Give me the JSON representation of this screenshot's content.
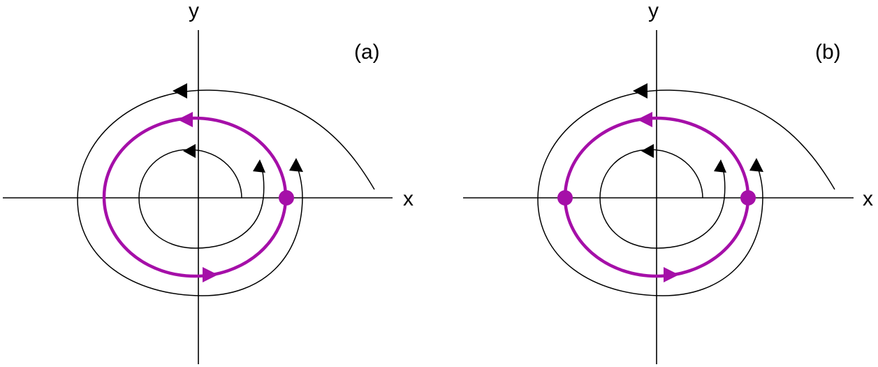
{
  "colors": {
    "limit_cycle": "#a50fa8",
    "trajectory": "#000000",
    "axes": "#000000"
  },
  "panels": [
    {
      "label": "(a)",
      "x_axis_label": "x",
      "y_axis_label": "y",
      "fixed_points_on_cycle": 1
    },
    {
      "label": "(b)",
      "x_axis_label": "x",
      "y_axis_label": "y",
      "fixed_points_on_cycle": 2
    }
  ]
}
